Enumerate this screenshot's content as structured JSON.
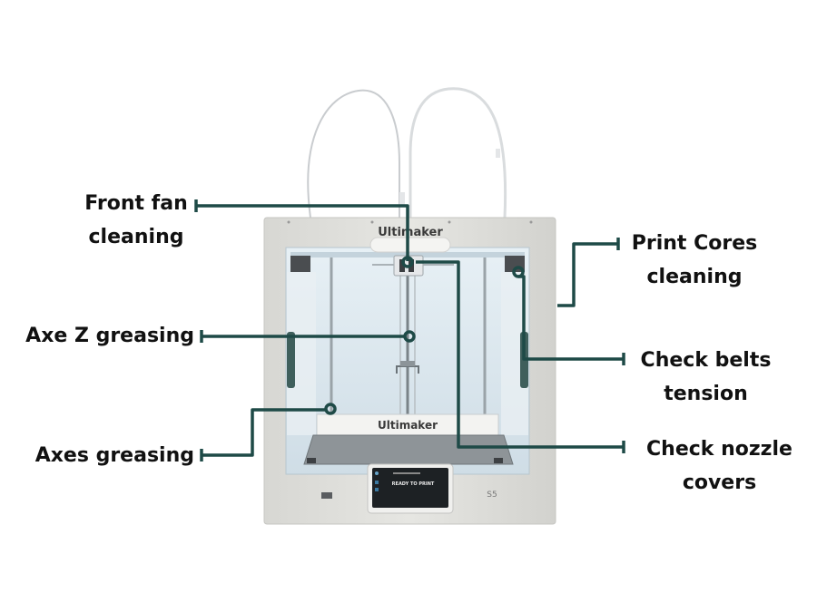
{
  "diagram": {
    "device": {
      "brand_top": "Ultimaker",
      "brand_bed": "Ultimaker",
      "screen_status": "READY TO PRINT",
      "model_badge": "S5"
    },
    "callouts": [
      {
        "id": "front-fan",
        "lines": [
          "Front fan",
          "cleaning"
        ]
      },
      {
        "id": "axe-z",
        "lines": [
          "Axe Z greasing"
        ]
      },
      {
        "id": "axes",
        "lines": [
          "Axes greasing"
        ]
      },
      {
        "id": "print-cores",
        "lines": [
          "Print Cores",
          "cleaning"
        ]
      },
      {
        "id": "belts",
        "lines": [
          "Check belts",
          "tension"
        ]
      },
      {
        "id": "nozzle-covers",
        "lines": [
          "Check nozzle",
          "covers"
        ]
      }
    ],
    "colors": {
      "leader": "#1e4a47",
      "label_text": "#111111",
      "frame": "#dcdcd8",
      "glass": "#dbe8ef"
    }
  }
}
